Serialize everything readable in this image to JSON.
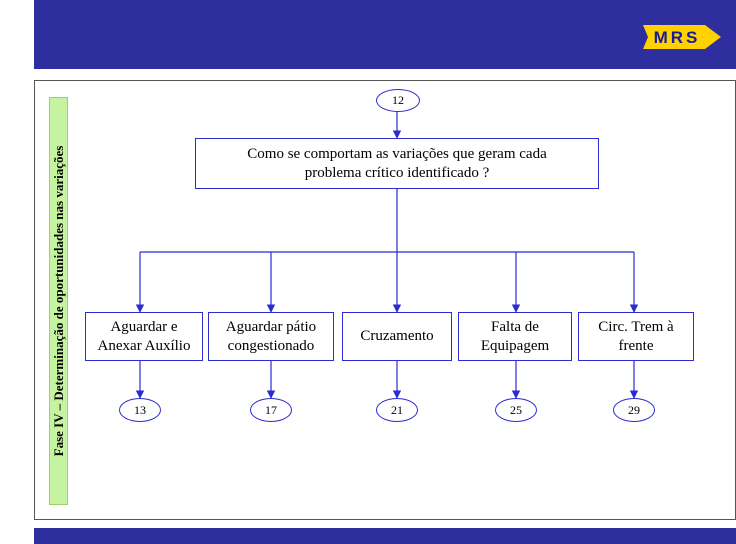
{
  "header": {
    "logo_text": "MRS",
    "colors": {
      "bar": "#2e2e9e",
      "logo_yellow": "#ffd200",
      "logo_text": "#1a1a99"
    }
  },
  "side_label": "Fase IV – Determinação de oportunidades nas variações",
  "diagram": {
    "top_node": "12",
    "question": "Como se comportam as variações que geram cada\nproblema crítico identificado ?",
    "branches": [
      {
        "label": "Aguardar e\nAnexar Auxílio",
        "ref": "13"
      },
      {
        "label": "Aguardar pátio\ncongestionado",
        "ref": "17"
      },
      {
        "label": "Cruzamento",
        "ref": "21"
      },
      {
        "label": "Falta de\nEquipagem",
        "ref": "25"
      },
      {
        "label": "Circ. Trem à\nfrente",
        "ref": "29"
      }
    ],
    "colors": {
      "line": "#2b2bd0",
      "side_bg": "#c6f3a0"
    }
  }
}
